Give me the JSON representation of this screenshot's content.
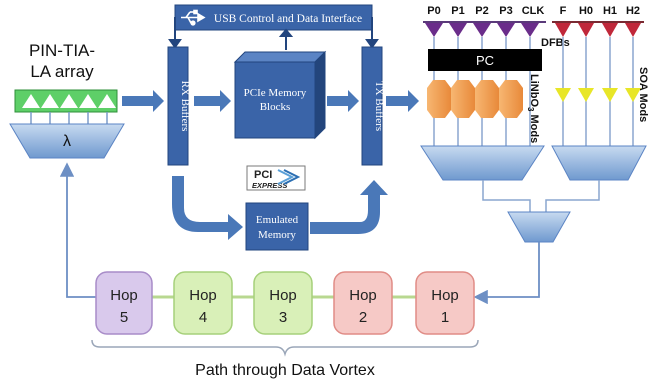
{
  "array_label_line1": "PIN-TIA-",
  "array_label_line2": "LA array",
  "usb_label": "USB Control and Data Interface",
  "rx_label": "RX Buffers",
  "tx_label": "TX Buffers",
  "pcie_mem_line1": "PCIe Memory",
  "pcie_mem_line2": "Blocks",
  "pci_logo_line1": "PCI",
  "pci_logo_line2": "EXPRESS",
  "emulated_line1": "Emulated",
  "emulated_line2": "Memory",
  "lambda_label": "λ",
  "dfb_channels": [
    "P0",
    "P1",
    "P2",
    "P3",
    "CLK"
  ],
  "dfbs_label": "DFBs",
  "pc_label": "PC",
  "linbo_label": "LiNbO",
  "linbo_sub": "3",
  "linbo_suffix": " Mods",
  "soa_channels": [
    "F",
    "H0",
    "H1",
    "H2"
  ],
  "soa_label": "SOA Mods",
  "hops": [
    {
      "title": "Hop",
      "num": "5"
    },
    {
      "title": "Hop",
      "num": "4"
    },
    {
      "title": "Hop",
      "num": "3"
    },
    {
      "title": "Hop",
      "num": "2"
    },
    {
      "title": "Hop",
      "num": "1"
    }
  ],
  "path_label": "Path through Data Vortex",
  "colors": {
    "blue_box": "#3a64a8",
    "flow_arrow": "#4a78b8",
    "hop_purple": "#d9c9ec",
    "hop_green": "#d9f0b8",
    "hop_red": "#f6c9c6",
    "dfb_purple": "#6a2d8a",
    "soa_red": "#c0283a",
    "mod_orange": "#f3a35a",
    "soa_yellow": "#e8e628",
    "pin_green": "#3fbf4f"
  }
}
